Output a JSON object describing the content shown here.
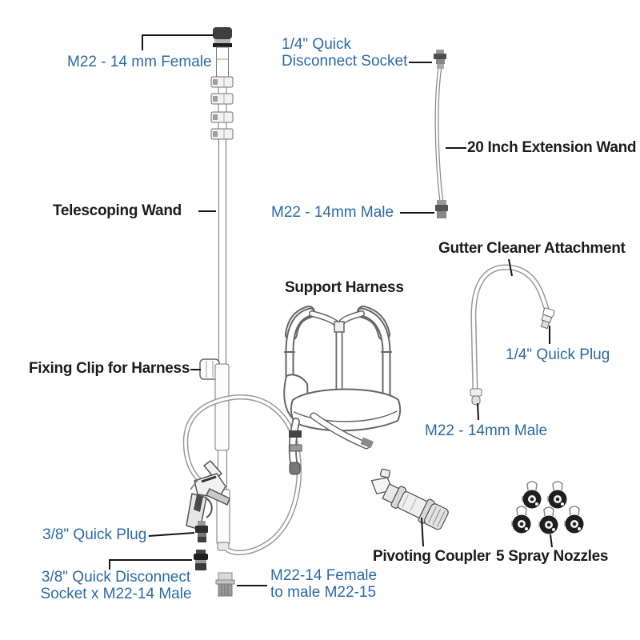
{
  "colors": {
    "label_blue": "#2b6aa6",
    "label_black": "#1c1c1c",
    "leader_line": "#151515",
    "art_stroke": "#777777"
  },
  "labels": {
    "m22_14mm_female": "M22 - 14 mm Female",
    "quick_disconnect_socket_14": "1/4\" Quick\nDisconnect Socket",
    "extension_wand_20": "20 Inch Extension Wand",
    "m22_14mm_male_ext": "M22 - 14mm Male",
    "gutter_cleaner": "Gutter Cleaner Attachment",
    "quick_plug_14": "1/4\" Quick Plug",
    "m22_14mm_male_gutter": "M22 - 14mm Male",
    "support_harness": "Support Harness",
    "telescoping_wand": "Telescoping Wand",
    "fixing_clip": "Fixing Clip for Harness",
    "quick_plug_38": "3/8\" Quick Plug",
    "quick_disconnect_socket_38": "3/8\" Quick Disconnect\nSocket x M22-14 Male",
    "m22_14_female_to_male": "M22-14 Female\nto male M22-15",
    "pivoting_coupler": "Pivoting Coupler",
    "spray_nozzles": "5 Spray Nozzles"
  }
}
